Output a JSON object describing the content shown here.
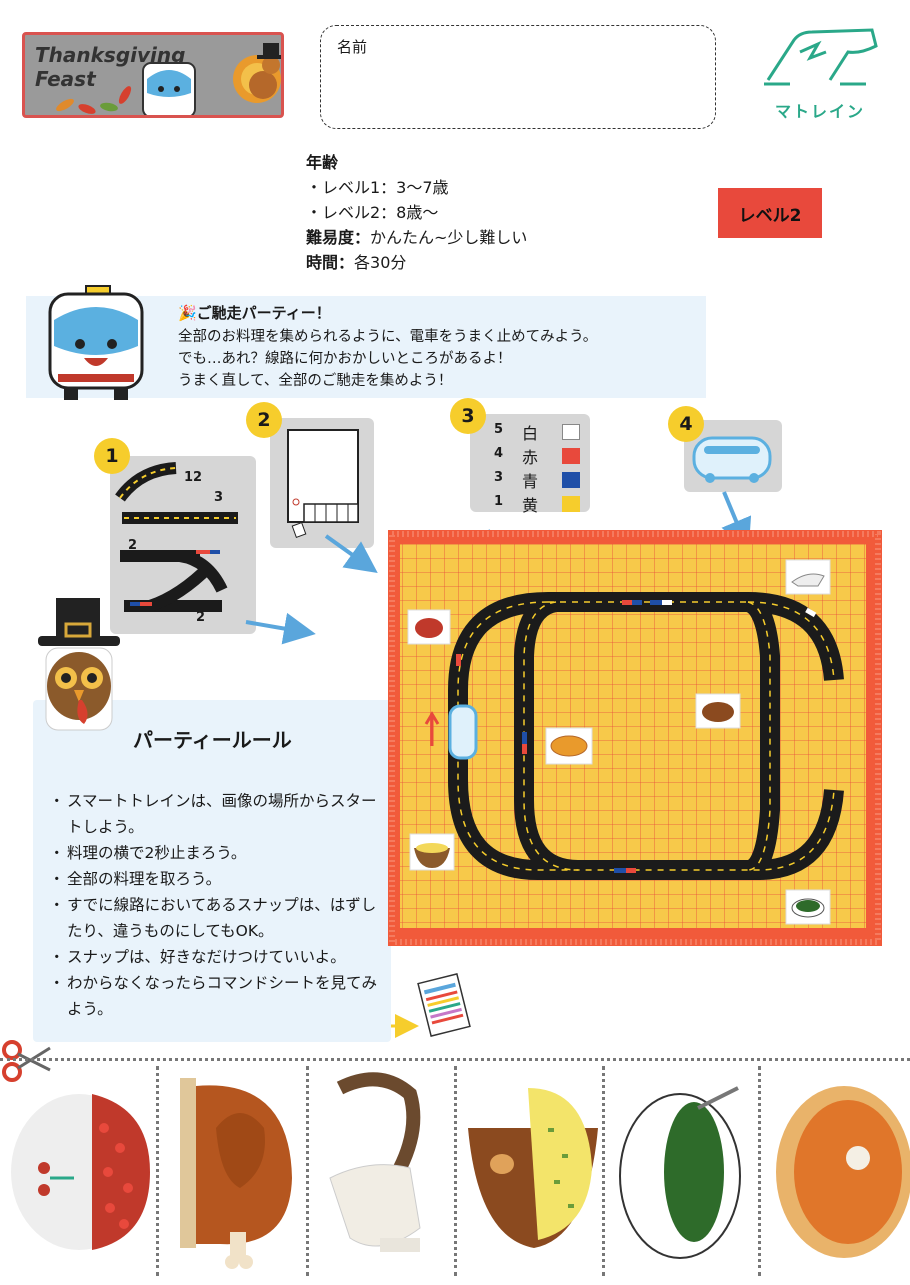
{
  "header": {
    "logo_text": "Thanksgiving\nFeast",
    "name_label": "名前",
    "brand_name": "マトレイン"
  },
  "info": {
    "age_label": "年齢",
    "level1": "・レベル1：3〜7歳",
    "level2": "・レベル2：8歳〜",
    "difficulty_label": "難易度：",
    "difficulty_value": "かんたん~少し難しい",
    "time_label": "時間：",
    "time_value": "各30分"
  },
  "level_badge": "レベル2",
  "intro": {
    "title": "🎉ご馳走パーティー！",
    "lines": [
      "全部のお料理を集められるように、電車をうまく止めてみよう。",
      "でも…あれ？線路に何かおかしいところがあるよ！",
      "うまく直して、全部のご馳走を集めよう！"
    ]
  },
  "steps": [
    "1",
    "2",
    "3",
    "4"
  ],
  "track_counts": {
    "curve": "12",
    "straight": "3",
    "switch_left": "2",
    "switch_right": "2"
  },
  "color_codes": [
    {
      "num": "5",
      "name": "白",
      "color": "#ffffff"
    },
    {
      "num": "4",
      "name": "赤",
      "color": "#e8493c"
    },
    {
      "num": "3",
      "name": "青",
      "color": "#1f4fa8"
    },
    {
      "num": "1",
      "name": "黄",
      "color": "#f6cd2c"
    }
  ],
  "rules": {
    "title": "パーティールール",
    "items": [
      "スマートトレインは、画像の場所からスタートしよう。",
      "料理の横で2秒止まろう。",
      "全部の料理を取ろう。",
      "すでに線路においてあるスナップは、はずしたり、違うものにしてもOK。",
      "スナップは、好きなだけつけていいよ。",
      "わからなくなったらコマンドシートを見てみよう。"
    ]
  },
  "colors": {
    "accent_red": "#e8493c",
    "accent_yellow": "#f6cd2c",
    "brand_green": "#2aa889",
    "light_blue": "#e9f3fb",
    "board_yellow": "#f7c94a",
    "track": "#1b1b1b"
  },
  "cutout_icons": [
    "cranberry-icon",
    "turkey-leg-icon",
    "gravy-boat-icon",
    "mashed-potato-icon",
    "green-bean-icon",
    "pumpkin-pie-icon"
  ]
}
